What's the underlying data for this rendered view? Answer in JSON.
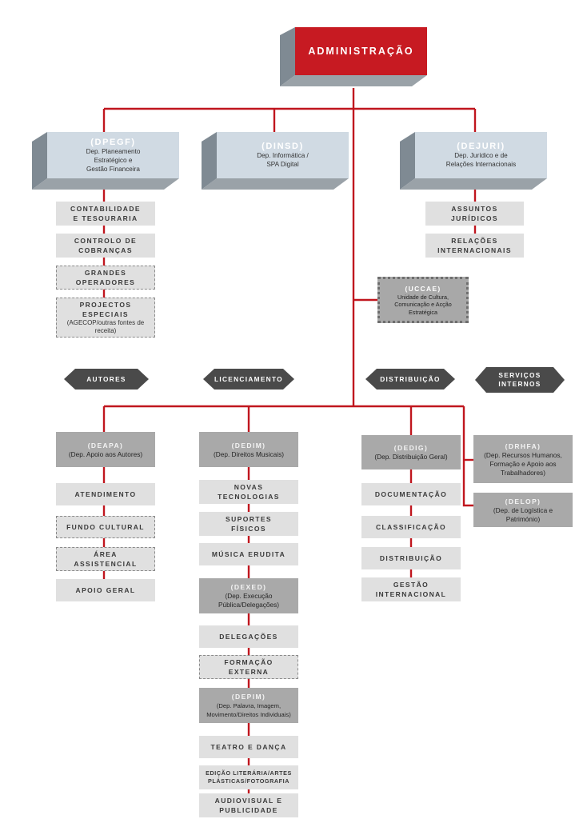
{
  "colors": {
    "line": "#c0161e",
    "admin_red": "#c71a22",
    "box_light": "#d0dae3",
    "box_side": "#7f8a93",
    "list_box": "#e0e0e0",
    "dept_box": "#a9a9a9",
    "pill": "#4a4a4a"
  },
  "admin": {
    "label": "ADMINISTRAÇÃO"
  },
  "top_depts": [
    {
      "acronym": "(DPEGF)",
      "lines": [
        "Dep. Planeamento",
        "Estratégico e",
        "Gestão Financeira"
      ]
    },
    {
      "acronym": "(DINSD)",
      "lines": [
        "Dep. Informática /",
        "SPA Digital"
      ]
    },
    {
      "acronym": "(DEJURI)",
      "lines": [
        "Dep. Jurídico e de",
        "Relações Internacionais"
      ]
    }
  ],
  "dpegf_units": [
    {
      "lines": [
        "CONTABILIDADE",
        "E TESOURARIA"
      ],
      "details": []
    },
    {
      "lines": [
        "CONTROLO DE",
        "COBRANÇAS"
      ],
      "details": []
    },
    {
      "lines": [
        "GRANDES",
        "OPERADORES"
      ],
      "details": []
    },
    {
      "lines": [
        "PROJECTOS",
        "ESPECIAIS"
      ],
      "details": [
        "(AGECOP/outras fontes de",
        "receita)"
      ]
    }
  ],
  "dejuri_units": [
    {
      "lines": [
        "ASSUNTOS",
        "JURÍDICOS"
      ]
    },
    {
      "lines": [
        "RELAÇÕES",
        "INTERNACIONAIS"
      ]
    }
  ],
  "uccae": {
    "acronym": "(UCCAE)",
    "lines": [
      "Unidade de Cultura,",
      "Comunicação e Acção",
      "Estratégica"
    ]
  },
  "areas": [
    {
      "lines": [
        "AUTORES"
      ]
    },
    {
      "lines": [
        "LICENCIAMENTO"
      ]
    },
    {
      "lines": [
        "DISTRIBUIÇÃO"
      ]
    },
    {
      "lines": [
        "SERVIÇOS",
        "INTERNOS"
      ]
    }
  ],
  "autores": {
    "dept": {
      "acronym": "(DEAPA)",
      "lines": [
        "(Dep. Apoio aos Autores)"
      ]
    },
    "units": [
      {
        "lines": [
          "ATENDIMENTO"
        ]
      },
      {
        "lines": [
          "FUNDO CULTURAL"
        ]
      },
      {
        "lines": [
          "ÁREA",
          "ASSISTENCIAL"
        ]
      },
      {
        "lines": [
          "APOIO GERAL"
        ]
      }
    ]
  },
  "licenciamento": {
    "dedim": {
      "acronym": "(DEDIM)",
      "lines": [
        "(Dep. Direitos Musicais)"
      ]
    },
    "dedim_units": [
      {
        "lines": [
          "NOVAS",
          "TECNOLOGIAS"
        ]
      },
      {
        "lines": [
          "SUPORTES",
          "FÍSICOS"
        ]
      },
      {
        "lines": [
          "MÚSICA ERUDITA"
        ]
      }
    ],
    "dexed": {
      "acronym": "(DEXED)",
      "lines": [
        "(Dep. Execução",
        "Pública/Delegações)"
      ]
    },
    "dexed_units": [
      {
        "lines": [
          "DELEGAÇÕES"
        ]
      },
      {
        "lines": [
          "FORMAÇÃO",
          "EXTERNA"
        ]
      }
    ],
    "depim": {
      "acronym": "(DEPIM)",
      "lines": [
        "(Dep. Palavra, Imagem,",
        "Movimento/Direitos Individuais)"
      ]
    },
    "depim_units": [
      {
        "lines": [
          "TEATRO E DANÇA"
        ]
      },
      {
        "lines": [
          "EDIÇÃO LITERÁRIA/ARTES",
          "PLÁSTICAS/FOTOGRAFIA"
        ]
      },
      {
        "lines": [
          "AUDIOVISUAL E",
          "PUBLICIDADE"
        ]
      }
    ]
  },
  "distribuicao": {
    "dept": {
      "acronym": "(DEDIG)",
      "lines": [
        "(Dep. Distribuição Geral)"
      ]
    },
    "units": [
      {
        "lines": [
          "DOCUMENTAÇÃO"
        ]
      },
      {
        "lines": [
          "CLASSIFICAÇÃO"
        ]
      },
      {
        "lines": [
          "DISTRIBUIÇÃO"
        ]
      },
      {
        "lines": [
          "GESTÃO",
          "INTERNACIONAL"
        ]
      }
    ]
  },
  "servicos": [
    {
      "acronym": "(DRHFA)",
      "lines": [
        "(Dep. Recursos Humanos,",
        "Formação e Apoio aos",
        "Trabalhadores)"
      ]
    },
    {
      "acronym": "(DELOP)",
      "lines": [
        "(Dep. de Logística e",
        "Património)"
      ]
    }
  ]
}
